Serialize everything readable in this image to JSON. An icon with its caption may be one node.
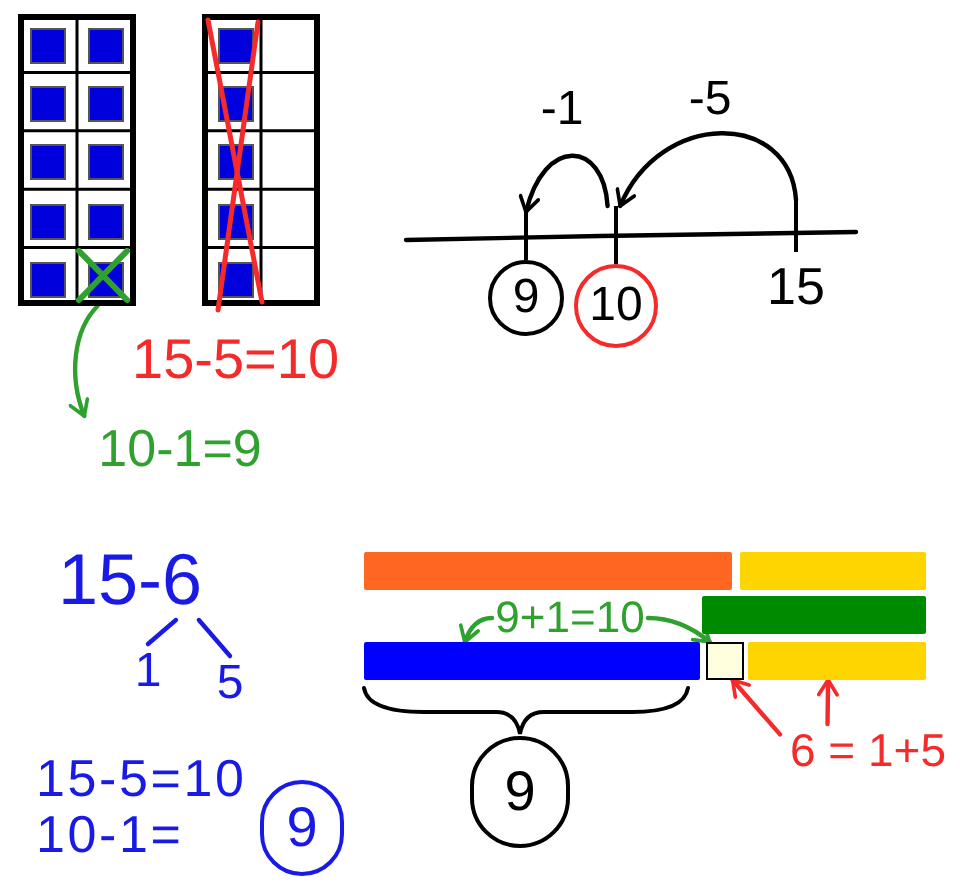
{
  "diagram": {
    "nodes": [
      {
        "text": [],
        "shape": "grid"
      },
      {
        "text": [],
        "shape": "box",
        "in": 0
      },
      {
        "text": [],
        "shape": "box",
        "in": 0
      },
      {
        "text": [],
        "shape": "box",
        "in": 0
      },
      {
        "text": [],
        "shape": "box",
        "in": 0
      },
      {
        "text": [],
        "shape": "box",
        "in": 0
      },
      {
        "text": [],
        "shape": "box",
        "in": 0
      },
      {
        "text": [],
        "shape": "box",
        "in": 0
      },
      {
        "text": [],
        "shape": "box",
        "in": 0
      },
      {
        "text": [],
        "shape": "box",
        "in": 0
      },
      {
        "text": [],
        "shape": "box",
        "in": 0
      },
      {
        "text": [],
        "shape": "grid"
      },
      {
        "text": [],
        "shape": "box",
        "in": 11
      },
      {
        "text": [],
        "shape": "box",
        "in": 11
      },
      {
        "text": [],
        "shape": "box",
        "in": 11
      },
      {
        "text": [],
        "shape": "box",
        "in": 11
      },
      {
        "text": [],
        "shape": "box",
        "in": 11
      },
      {
        "text": [
          "10-1=9"
        ]
      },
      {
        "text": [
          "9"
        ]
      },
      {
        "text": [
          "10"
        ]
      },
      {
        "text": [
          "15"
        ]
      },
      {
        "text": [
          "15-6"
        ]
      },
      {
        "text": [
          "1"
        ]
      },
      {
        "text": [
          "5"
        ]
      },
      {
        "text": [
          "9"
        ]
      },
      {
        "text": [],
        "shape": "bar"
      },
      {
        "text": [],
        "shape": "bar"
      },
      {
        "text": [
          "9+1=10"
        ]
      },
      {
        "text": [],
        "shape": "bar"
      },
      {
        "text": [],
        "shape": "bar"
      },
      {
        "text": [],
        "shape": "box"
      },
      {
        "text": [],
        "shape": "bar"
      },
      {
        "text": [
          "9"
        ]
      },
      {
        "text": [
          "6 = 1+5"
        ]
      }
    ],
    "edges": [
      {
        "from": 10,
        "to": 17,
        "arrow": "to",
        "color": "#2ea12e"
      },
      {
        "from": 20,
        "to": 19,
        "arrow": "to",
        "label": "-5",
        "color": "#000000"
      },
      {
        "from": 19,
        "to": 18,
        "arrow": "to",
        "label": "-1",
        "color": "#000000"
      },
      {
        "from": 21,
        "to": 22,
        "arrow": "none",
        "color": "#1a1ae6"
      },
      {
        "from": 21,
        "to": 23,
        "arrow": "none",
        "color": "#1a1ae6"
      },
      {
        "from": 27,
        "to": 29,
        "arrow": "to",
        "color": "#2ea12e"
      },
      {
        "from": 27,
        "to": 30,
        "arrow": "to",
        "color": "#2ea12e"
      },
      {
        "from": 33,
        "to": 30,
        "arrow": "to",
        "color": "#f52a2a"
      },
      {
        "from": 33,
        "to": 31,
        "arrow": "to",
        "color": "#f52a2a"
      }
    ],
    "labels": [
      "15-5=10",
      "15-5=10",
      "10-1="
    ]
  }
}
